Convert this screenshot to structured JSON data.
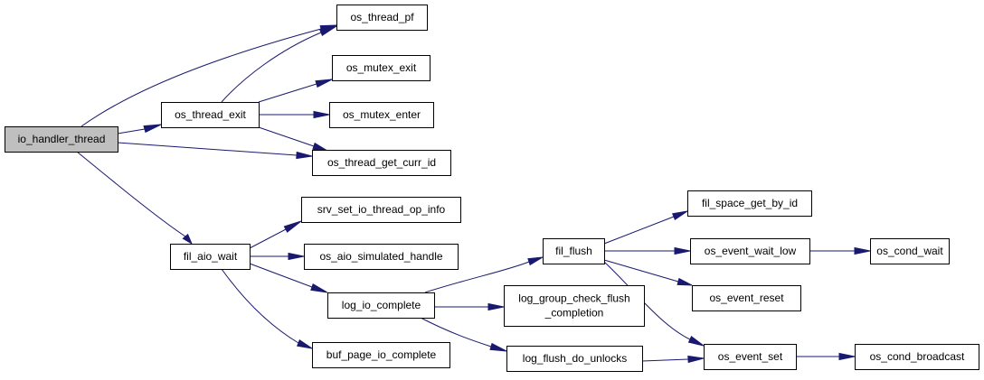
{
  "graph": {
    "colors": {
      "edge": "#191970",
      "root_fill": "#bfbfbf",
      "node_fill": "#ffffff",
      "border": "#000000"
    },
    "nodes": {
      "io_handler_thread": {
        "lines": [
          "io_handler_thread"
        ],
        "root": true
      },
      "os_thread_exit": {
        "lines": [
          "os_thread_exit"
        ]
      },
      "os_thread_pf": {
        "lines": [
          "os_thread_pf"
        ]
      },
      "os_mutex_exit": {
        "lines": [
          "os_mutex_exit"
        ]
      },
      "os_mutex_enter": {
        "lines": [
          "os_mutex_enter"
        ]
      },
      "os_thread_get_curr_id": {
        "lines": [
          "os_thread_get_curr_id"
        ]
      },
      "fil_aio_wait": {
        "lines": [
          "fil_aio_wait"
        ]
      },
      "srv_set_io_thread_op_info": {
        "lines": [
          "srv_set_io_thread_op_info"
        ]
      },
      "os_aio_simulated_handle": {
        "lines": [
          "os_aio_simulated_handle"
        ]
      },
      "log_io_complete": {
        "lines": [
          "log_io_complete"
        ]
      },
      "buf_page_io_complete": {
        "lines": [
          "buf_page_io_complete"
        ]
      },
      "fil_flush": {
        "lines": [
          "fil_flush"
        ]
      },
      "log_group_check_flush_completion": {
        "lines": [
          "log_group_check_flush",
          "_completion"
        ]
      },
      "log_flush_do_unlocks": {
        "lines": [
          "log_flush_do_unlocks"
        ]
      },
      "fil_space_get_by_id": {
        "lines": [
          "fil_space_get_by_id"
        ]
      },
      "os_event_wait_low": {
        "lines": [
          "os_event_wait_low"
        ]
      },
      "os_event_reset": {
        "lines": [
          "os_event_reset"
        ]
      },
      "os_event_set": {
        "lines": [
          "os_event_set"
        ]
      },
      "os_cond_wait": {
        "lines": [
          "os_cond_wait"
        ]
      },
      "os_cond_broadcast": {
        "lines": [
          "os_cond_broadcast"
        ]
      }
    },
    "edges": [
      {
        "from": "io_handler_thread",
        "to": "os_thread_pf"
      },
      {
        "from": "io_handler_thread",
        "to": "os_thread_exit"
      },
      {
        "from": "io_handler_thread",
        "to": "os_thread_get_curr_id"
      },
      {
        "from": "io_handler_thread",
        "to": "fil_aio_wait"
      },
      {
        "from": "os_thread_exit",
        "to": "os_thread_pf"
      },
      {
        "from": "os_thread_exit",
        "to": "os_mutex_exit"
      },
      {
        "from": "os_thread_exit",
        "to": "os_mutex_enter"
      },
      {
        "from": "os_thread_exit",
        "to": "os_thread_get_curr_id"
      },
      {
        "from": "fil_aio_wait",
        "to": "srv_set_io_thread_op_info"
      },
      {
        "from": "fil_aio_wait",
        "to": "os_aio_simulated_handle"
      },
      {
        "from": "fil_aio_wait",
        "to": "log_io_complete"
      },
      {
        "from": "fil_aio_wait",
        "to": "buf_page_io_complete"
      },
      {
        "from": "log_io_complete",
        "to": "fil_flush"
      },
      {
        "from": "log_io_complete",
        "to": "log_group_check_flush_completion"
      },
      {
        "from": "log_io_complete",
        "to": "log_flush_do_unlocks"
      },
      {
        "from": "fil_flush",
        "to": "fil_space_get_by_id"
      },
      {
        "from": "fil_flush",
        "to": "os_event_wait_low"
      },
      {
        "from": "fil_flush",
        "to": "os_event_reset"
      },
      {
        "from": "fil_flush",
        "to": "os_event_set"
      },
      {
        "from": "log_flush_do_unlocks",
        "to": "os_event_set"
      },
      {
        "from": "os_event_wait_low",
        "to": "os_cond_wait"
      },
      {
        "from": "os_event_set",
        "to": "os_cond_broadcast"
      }
    ]
  }
}
